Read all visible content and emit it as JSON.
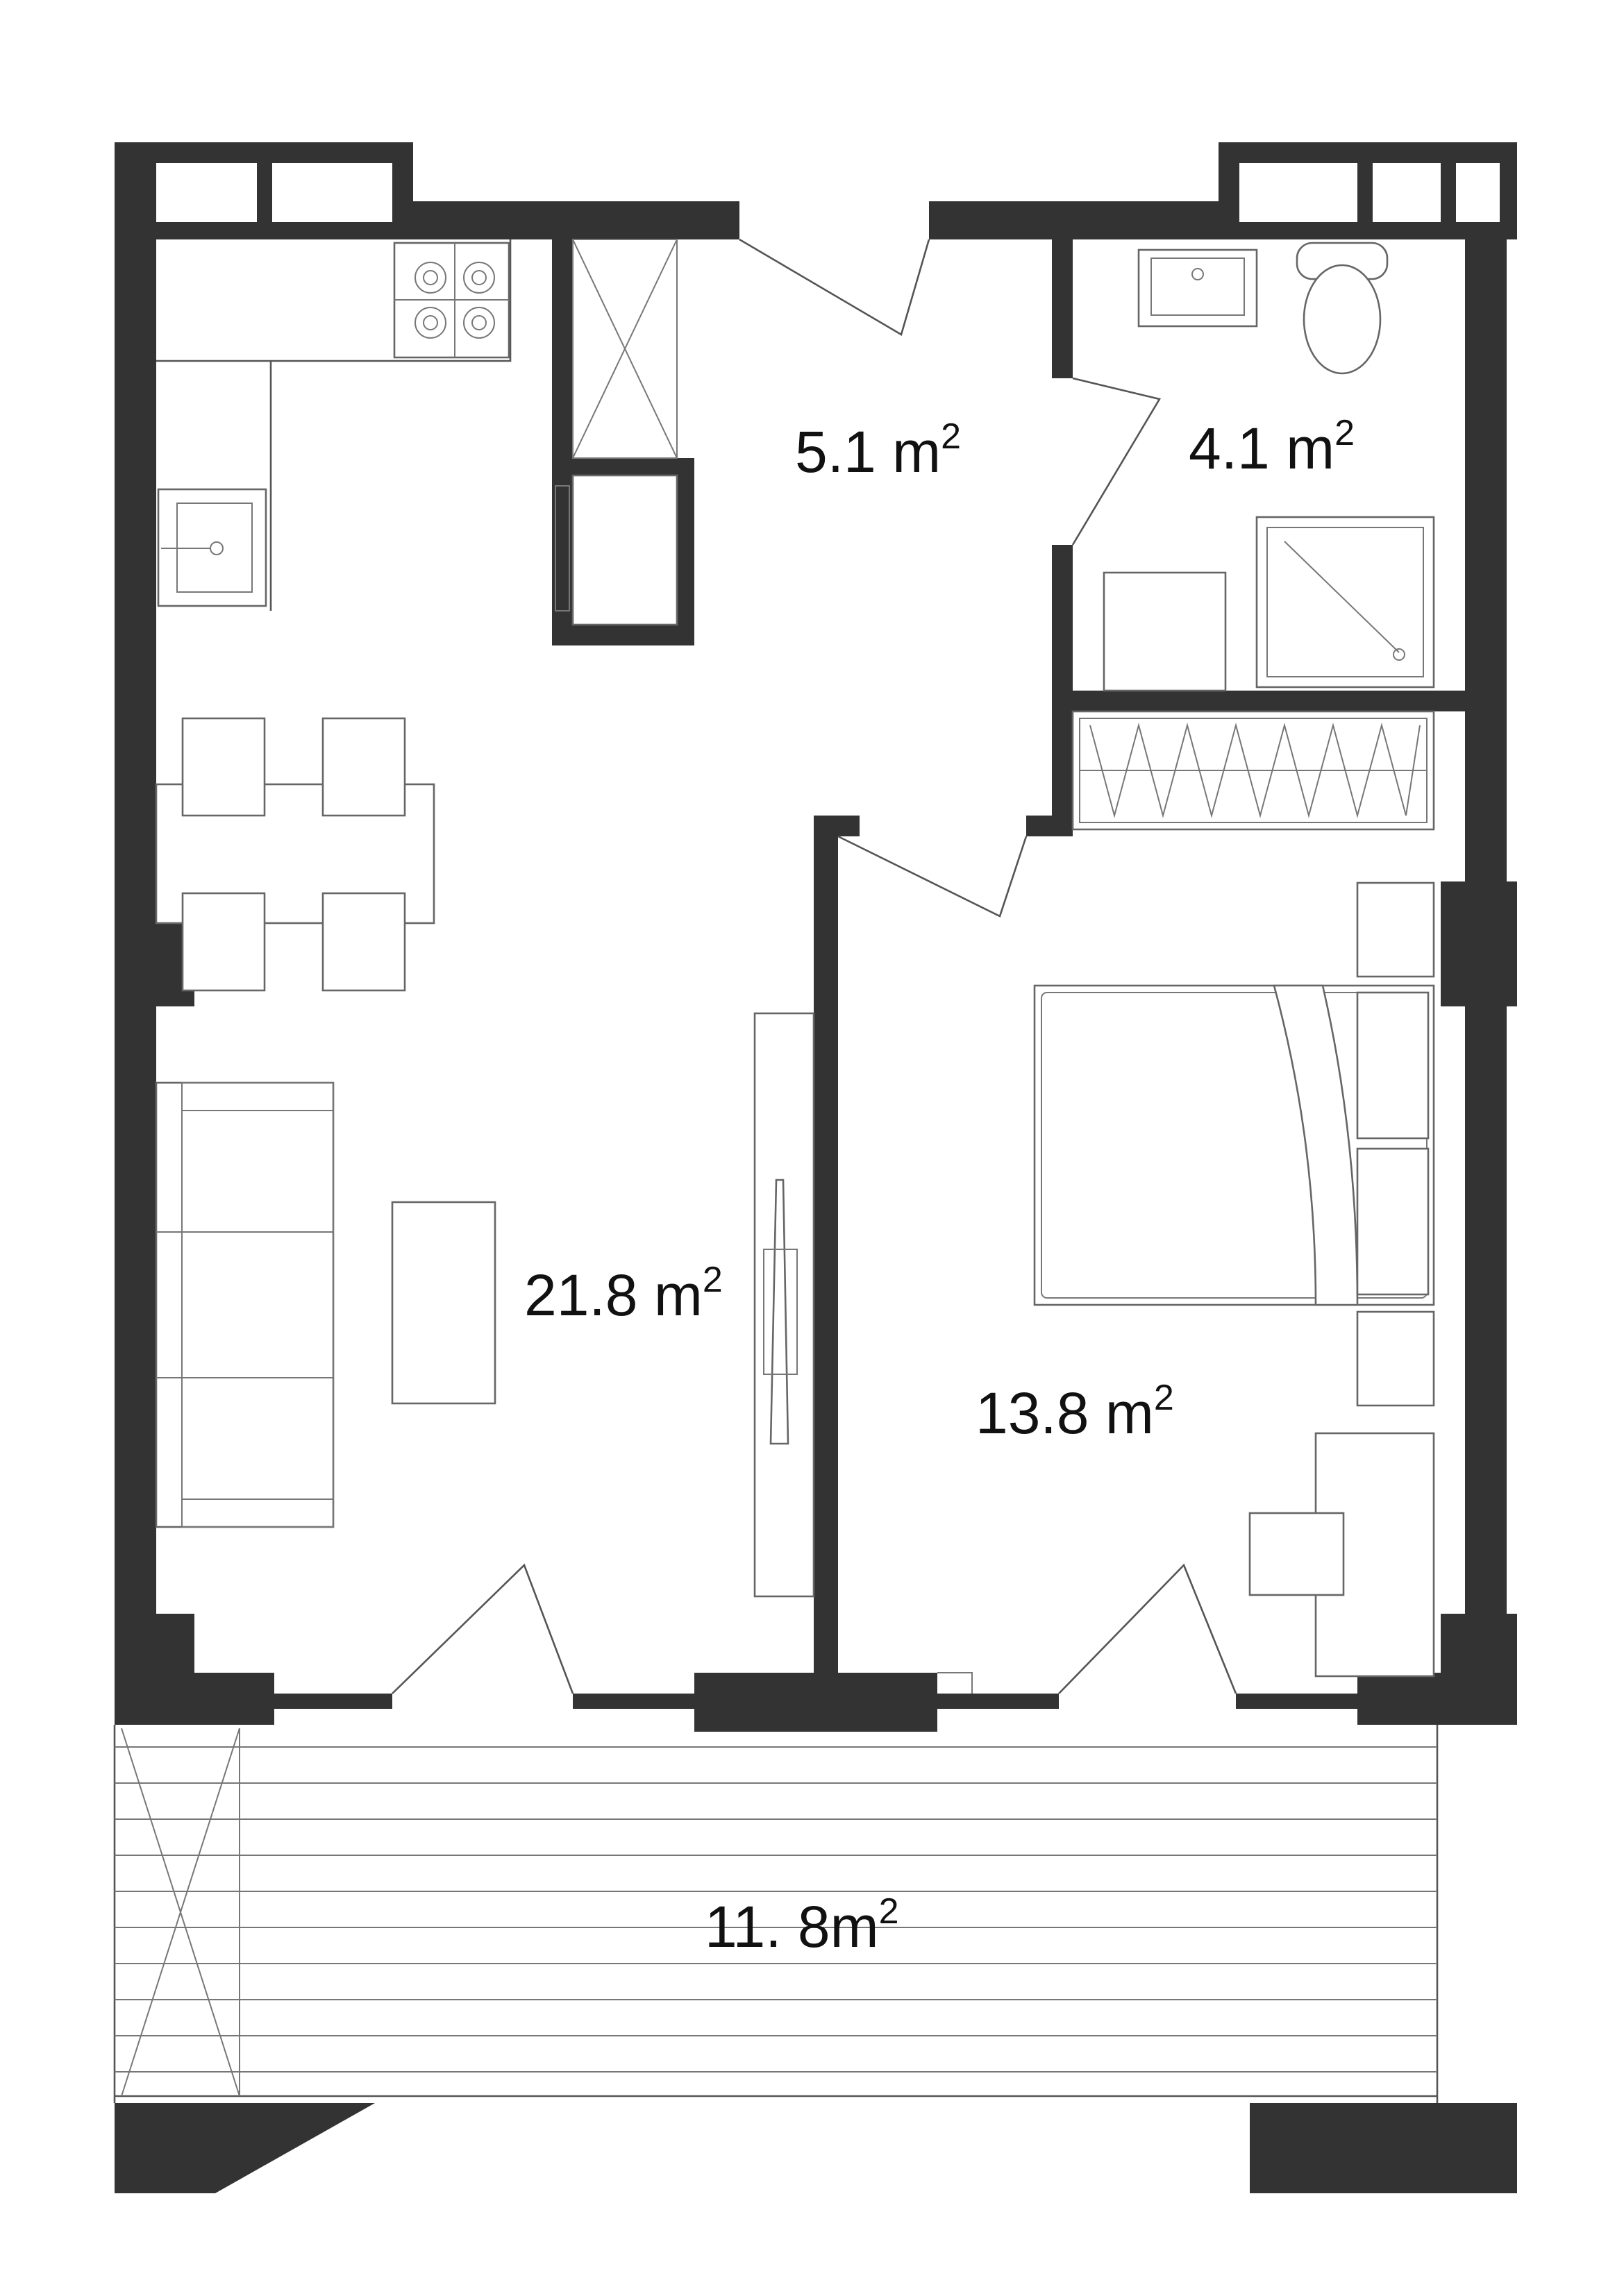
{
  "colors": {
    "wall": "#333333",
    "line": "#555555",
    "background": "#ffffff"
  },
  "rooms": [
    {
      "id": "hall",
      "area": "5.1",
      "unit": "m",
      "power": "2"
    },
    {
      "id": "bathroom",
      "area": "4.1",
      "unit": "m",
      "power": "2"
    },
    {
      "id": "living-kitchen",
      "area": "21.8",
      "unit": "m",
      "power": "2"
    },
    {
      "id": "bedroom",
      "area": "13.8",
      "unit": "m",
      "power": "2"
    },
    {
      "id": "balcony",
      "area": "11. 8",
      "unit": "m",
      "power": "2"
    }
  ],
  "icons": [
    "stove-icon",
    "kitchen-sink-icon",
    "washbasin-icon",
    "toilet-icon",
    "shower-tray-icon",
    "bed-icon",
    "sofa-icon",
    "wardrobe-icon"
  ]
}
